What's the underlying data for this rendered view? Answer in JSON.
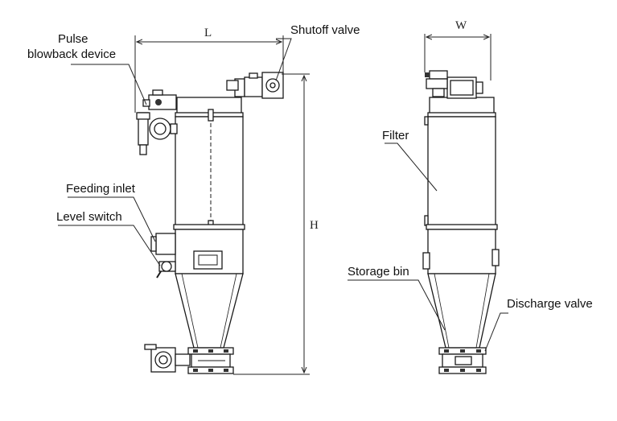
{
  "labels": {
    "pulse_line1": "Pulse",
    "pulse_line2": "blowback device",
    "shutoff": "Shutoff valve",
    "feeding": "Feeding inlet",
    "level": "Level switch",
    "filter": "Filter",
    "storage": "Storage bin",
    "discharge": "Discharge valve"
  },
  "dimensions": {
    "length": "L",
    "width": "W",
    "height": "H"
  },
  "colors": {
    "line": "#1a1a1a",
    "fill": "#ffffff",
    "dark": "#333333"
  }
}
